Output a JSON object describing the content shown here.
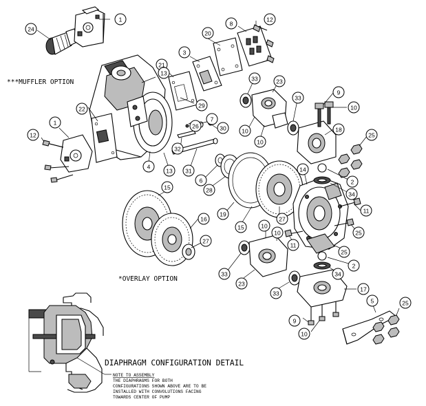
{
  "labels": {
    "muffler_option": "***MUFFLER OPTION",
    "overlay_option": "*OVERLAY OPTION",
    "detail_title": "DIAPHRAGM CONFIGURATION DETAIL",
    "note_heading": "NOTE TO ASSEMBLY",
    "note_line1": "THE DIAPHRAGMS FOR BOTH",
    "note_line2": "CONFIGURATIONS SHOWN ABOVE ARE TO BE",
    "note_line3": "INSTALLED WITH CONVOLUTIONS FACING",
    "note_line4": "TOWARDS CENTER OF PUMP"
  },
  "callouts": {
    "c1a": "1",
    "c24": "24",
    "c8": "8",
    "c12a": "12",
    "c20": "20",
    "c3": "3",
    "c21": "21",
    "c13a": "13",
    "c33a": "33",
    "c23a": "23",
    "c33b": "33",
    "c9a": "9",
    "c10a": "10",
    "c29": "29",
    "c22": "22",
    "c26": "26",
    "c7": "7",
    "c30": "30",
    "c10b": "10",
    "c10c": "10",
    "c18": "18",
    "c1b": "1",
    "c12b": "12",
    "c32": "32",
    "c31": "31",
    "c4": "4",
    "c13b": "13",
    "c6": "6",
    "c28": "28",
    "c25a": "25",
    "c2a": "2",
    "c14": "14",
    "c34a": "34",
    "c15a": "15",
    "c19": "19",
    "c16": "16",
    "c15b": "15",
    "c27a": "27",
    "c11a": "11",
    "c25b": "25",
    "c11b": "11",
    "c10d": "10",
    "c10e": "10",
    "c27b": "27",
    "c33c": "33",
    "c25c": "25",
    "c2b": "2",
    "c23b": "23",
    "c34b": "34",
    "c33d": "33",
    "c17": "17",
    "c5": "5",
    "c25d": "25",
    "c9b": "9",
    "c10f": "10"
  }
}
